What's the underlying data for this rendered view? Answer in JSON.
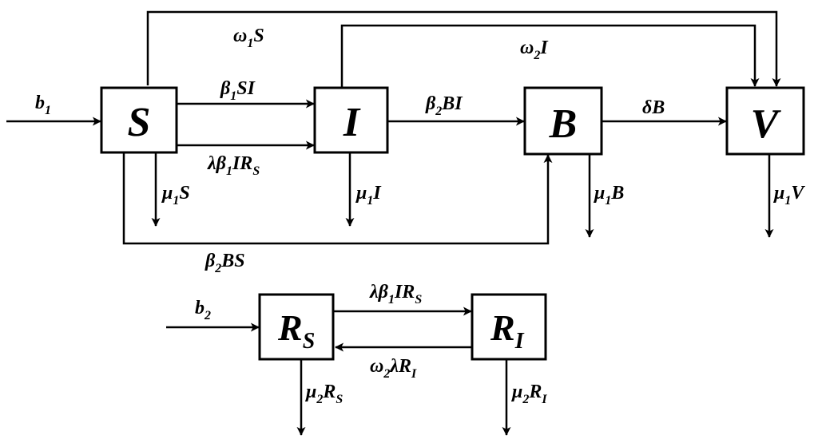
{
  "nodes": {
    "S": {
      "main": "S",
      "sub": ""
    },
    "I": {
      "main": "I",
      "sub": ""
    },
    "B": {
      "main": "B",
      "sub": ""
    },
    "V": {
      "main": "V",
      "sub": ""
    },
    "RS": {
      "main": "R",
      "sub": "S"
    },
    "RI": {
      "main": "R",
      "sub": "I"
    }
  },
  "labels": {
    "b1": [
      {
        "t": "b"
      },
      {
        "t": "1",
        "sub": true
      }
    ],
    "omega1S": [
      {
        "t": "ω"
      },
      {
        "t": "1",
        "sub": true
      },
      {
        "t": "S"
      }
    ],
    "omega2I": [
      {
        "t": "ω"
      },
      {
        "t": "2",
        "sub": true
      },
      {
        "t": "I"
      }
    ],
    "beta1SI": [
      {
        "t": "β"
      },
      {
        "t": "1",
        "sub": true
      },
      {
        "t": "SI"
      }
    ],
    "lambdaBeta1IRs": [
      {
        "t": "λβ"
      },
      {
        "t": "1",
        "sub": true
      },
      {
        "t": "IR"
      },
      {
        "t": "S",
        "sub": true
      }
    ],
    "beta2BI": [
      {
        "t": "β"
      },
      {
        "t": "2",
        "sub": true
      },
      {
        "t": "BI"
      }
    ],
    "deltaB": [
      {
        "t": "δB"
      }
    ],
    "mu1S": [
      {
        "t": "μ"
      },
      {
        "t": "1",
        "sub": true
      },
      {
        "t": "S"
      }
    ],
    "mu1I": [
      {
        "t": "μ"
      },
      {
        "t": "1",
        "sub": true
      },
      {
        "t": "I"
      }
    ],
    "mu1B": [
      {
        "t": "μ"
      },
      {
        "t": "1",
        "sub": true
      },
      {
        "t": "B"
      }
    ],
    "mu1V": [
      {
        "t": "μ"
      },
      {
        "t": "1",
        "sub": true
      },
      {
        "t": "V"
      }
    ],
    "beta2BS": [
      {
        "t": "β"
      },
      {
        "t": "2",
        "sub": true
      },
      {
        "t": "BS"
      }
    ],
    "b2": [
      {
        "t": "b"
      },
      {
        "t": "2",
        "sub": true
      }
    ],
    "lambdaBeta1IRs2": [
      {
        "t": "λβ"
      },
      {
        "t": "1",
        "sub": true
      },
      {
        "t": "IR"
      },
      {
        "t": "S",
        "sub": true
      }
    ],
    "omega2LambdaRI": [
      {
        "t": "ω"
      },
      {
        "t": "2",
        "sub": true
      },
      {
        "t": "λR"
      },
      {
        "t": "I",
        "sub": true
      }
    ],
    "mu2Rs": [
      {
        "t": "μ"
      },
      {
        "t": "2",
        "sub": true
      },
      {
        "t": "R"
      },
      {
        "t": "S",
        "sub": true
      }
    ],
    "mu2RI": [
      {
        "t": "μ"
      },
      {
        "t": "2",
        "sub": true
      },
      {
        "t": "R"
      },
      {
        "t": "I",
        "sub": true
      }
    ]
  }
}
